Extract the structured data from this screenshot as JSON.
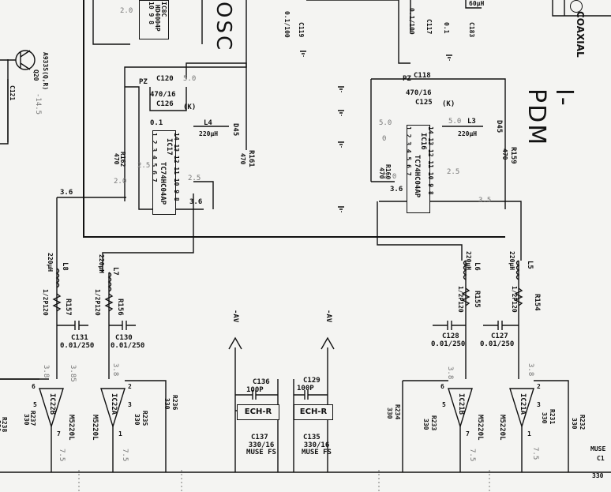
{
  "section_titles": {
    "osc": "OSC",
    "ipdm": "I-PDM",
    "coaxial": "COAXIAL"
  },
  "ics": [
    {
      "id": "ic17",
      "ref": "IC17",
      "part": "TC74HC04AP",
      "pins_top": "14 13 12 11 10 9 8",
      "pins_bottom": "1 2 3 4 5 6 7"
    },
    {
      "id": "ic16",
      "ref": "IC16",
      "part": "TC74HC04AP",
      "pins_top": "14 13 12 11 10 9 8",
      "pins_bottom": "1 2 3 4 5 6 7"
    },
    {
      "id": "ic8c",
      "ref": "IC8C",
      "part": "HD4004P",
      "pins_top": "10 9 8",
      "pins_bottom": ""
    }
  ],
  "opamps": [
    {
      "id": "ic22b",
      "ref": "IC22B",
      "part": "M5220L",
      "pins": [
        "6",
        "5",
        "7"
      ]
    },
    {
      "id": "ic22a",
      "ref": "IC22A",
      "part": "M5220L",
      "pins": [
        "2",
        "3",
        "1"
      ]
    },
    {
      "id": "ic21b",
      "ref": "IC21B",
      "part": "M5220L",
      "pins": [
        "6",
        "5",
        "7"
      ]
    },
    {
      "id": "ic21a",
      "ref": "IC21A",
      "part": "M5220L",
      "pins": [
        "2",
        "3",
        "1"
      ]
    }
  ],
  "ech_boxes": [
    "ECH-R",
    "ECH-R"
  ],
  "inductors": [
    {
      "ref": "L8",
      "value": "220µH"
    },
    {
      "ref": "L7",
      "value": "220µH"
    },
    {
      "ref": "L6",
      "value": "220µH"
    },
    {
      "ref": "L5",
      "value": "220µH"
    },
    {
      "ref": "L4",
      "value": "220µH"
    },
    {
      "ref": "L3",
      "value": "220µH"
    },
    {
      "ref": "",
      "value": "60µH"
    }
  ],
  "resistors": [
    {
      "ref": "R157",
      "value": "1/2P120"
    },
    {
      "ref": "R156",
      "value": "1/2P120"
    },
    {
      "ref": "R155",
      "value": "1/2P120"
    },
    {
      "ref": "R154",
      "value": "1/2P120"
    },
    {
      "ref": "R161",
      "value": "470"
    },
    {
      "ref": "R159",
      "value": "470"
    },
    {
      "ref": "R162",
      "value": "470"
    },
    {
      "ref": "R160",
      "value": "470"
    },
    {
      "ref": "R237",
      "value": "330"
    },
    {
      "ref": "R236",
      "value": "330"
    },
    {
      "ref": "R235",
      "value": "330"
    },
    {
      "ref": "R238",
      "value": "330"
    },
    {
      "ref": "R234",
      "value": "330"
    },
    {
      "ref": "R233",
      "value": "330"
    },
    {
      "ref": "R231",
      "value": "330"
    },
    {
      "ref": "R232",
      "value": "330"
    }
  ],
  "capacitors": [
    {
      "ref": "C131",
      "value": "0.01/250"
    },
    {
      "ref": "C130",
      "value": "0.01/250"
    },
    {
      "ref": "C128",
      "value": "0.01/250"
    },
    {
      "ref": "C127",
      "value": "0.01/250"
    },
    {
      "ref": "C120",
      "value": "470/16"
    },
    {
      "ref": "C126",
      "value": "(K)"
    },
    {
      "ref": "C118",
      "value": "470/16"
    },
    {
      "ref": "C125",
      "value": "(K)"
    },
    {
      "ref": "C119",
      "value": "0.1/100"
    },
    {
      "ref": "C117",
      "value": "0.1/100"
    },
    {
      "ref": "C183",
      "value": "0.1"
    },
    {
      "ref": "C121",
      "value": ""
    },
    {
      "ref": "C136",
      "value": "100P"
    },
    {
      "ref": "C129",
      "value": "100P"
    },
    {
      "ref": "C137",
      "value": "330/16 MUSE FS"
    },
    {
      "ref": "C135",
      "value": "330/16 MUSE FS"
    },
    {
      "ref": "C1",
      "value": "330"
    }
  ],
  "transistor": {
    "ref": "Q20",
    "part": "A933S(Q,R)"
  },
  "voltages": [
    "3.6",
    "3.6",
    "3.6",
    "3.5",
    "5.0",
    "5.0",
    "5.0",
    "2.0",
    "2.0",
    "2.5",
    "2.5",
    "2.5",
    "0",
    "3.8",
    "3.85",
    "3.8",
    "3.8",
    "3.8",
    "7.5",
    "7.5",
    "7.5",
    "7.5",
    "-14.5",
    "-AV",
    "-AV",
    "2.0",
    "0.1"
  ],
  "misc": {
    "pz": "PZ",
    "ds": "D45",
    "k": "(K)",
    "muse": "MUSE"
  }
}
